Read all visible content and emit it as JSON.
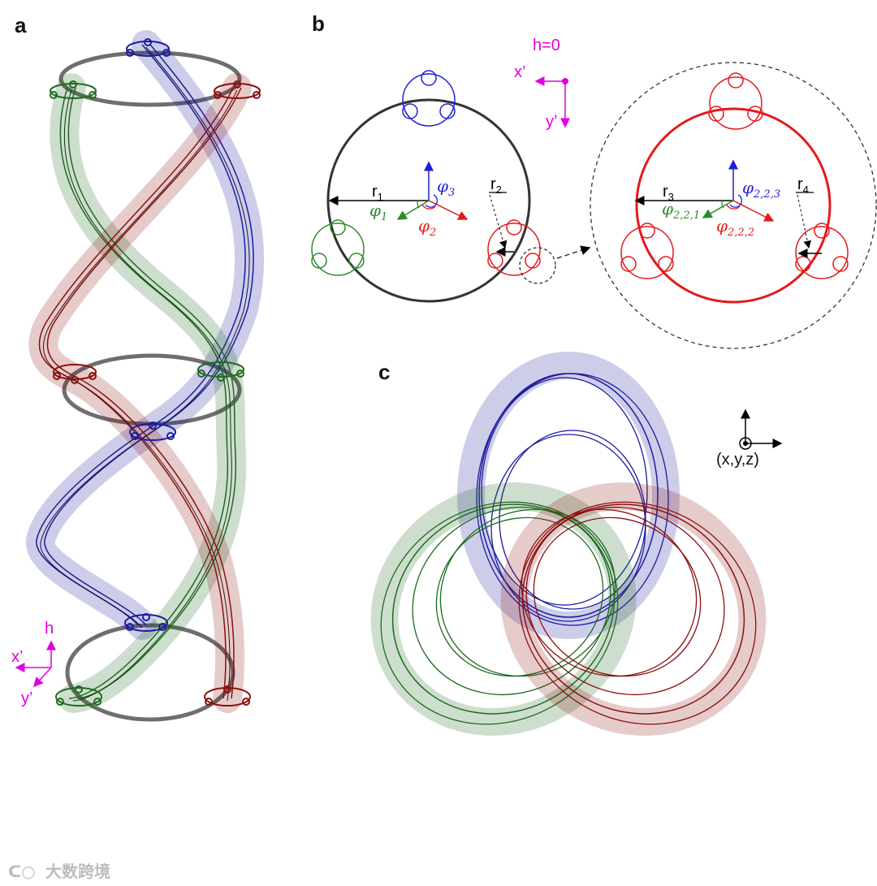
{
  "panels": {
    "a": "a",
    "b": "b",
    "c": "c"
  },
  "panel_a": {
    "axes": {
      "h": "h",
      "x": "x’",
      "y": "y’"
    }
  },
  "panel_b": {
    "h_label": "h=0",
    "axes": {
      "x": "x’",
      "y": "y’"
    },
    "r1": "r",
    "r1_sub": "1",
    "r2": "r",
    "r2_sub": "2",
    "r3": "r",
    "r3_sub": "3",
    "r4": "r",
    "r4_sub": "4",
    "phi": "φ",
    "phi1_sub": "1",
    "phi2_sub": "2",
    "phi3_sub": "3",
    "phi221_sub": "2,2,1",
    "phi222_sub": "2,2,2",
    "phi223_sub": "2,2,3"
  },
  "panel_c": {
    "coord_label": "(x,y,z)"
  },
  "watermark": "大数跨境",
  "colors": {
    "blue": "#1c1c9e",
    "green": "#1f6b1f",
    "red": "#8b1010",
    "gray": "#6e6e6e",
    "magenta": "#e000e0",
    "bright_red": "#e31a1c",
    "bright_blue": "#1f1fd6",
    "bright_green": "#2a8a2a"
  }
}
